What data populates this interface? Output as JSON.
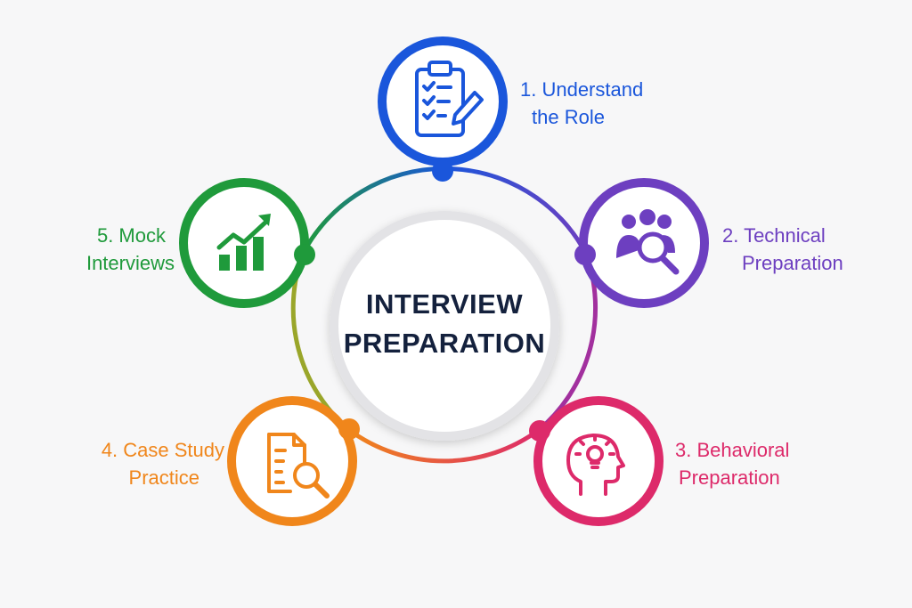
{
  "center": {
    "line1": "INTERVIEW",
    "line2": "PREPARATION"
  },
  "steps": [
    {
      "line1": "1. Understand",
      "line2": "the Role",
      "color": "#1a56db",
      "icon": "clipboard-checklist-pencil-icon"
    },
    {
      "line1": "2. Technical",
      "line2": "Preparation",
      "color": "#6d3fc0",
      "icon": "people-magnifier-icon"
    },
    {
      "line1": "3. Behavioral",
      "line2": "Preparation",
      "color": "#dd2a6a",
      "icon": "head-lightbulb-icon"
    },
    {
      "line1": "4. Case Study",
      "line2": "Practice",
      "color": "#f0861b",
      "icon": "document-magnifier-icon"
    },
    {
      "line1": "5. Mock",
      "line2": "Interviews",
      "color": "#1f9a3b",
      "icon": "bar-chart-growth-icon"
    }
  ]
}
